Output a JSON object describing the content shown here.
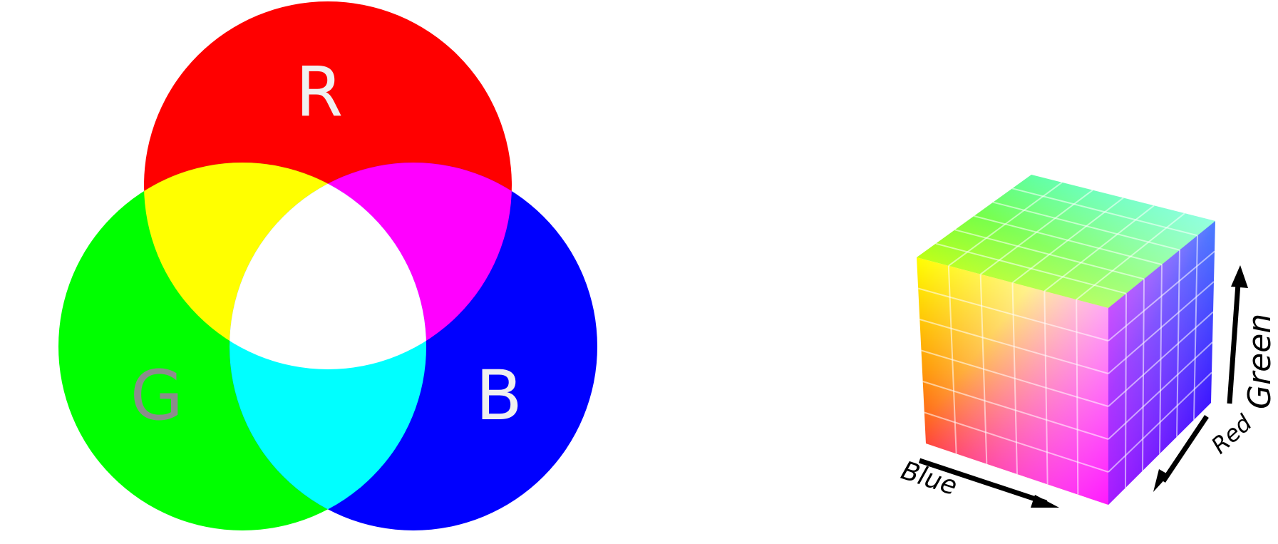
{
  "venn": {
    "label_red": "R",
    "label_green": "G",
    "label_blue": "B",
    "colors": {
      "red": "#ff0000",
      "green": "#00ff00",
      "blue": "#0000ff",
      "yellow": "#ffff00",
      "magenta": "#ff00ff",
      "cyan": "#00ffff",
      "white": "#ffffff",
      "letter_light": "#f0f0f0",
      "letter_gray": "#8c8c8c"
    }
  },
  "cube": {
    "axis_blue": "Blue",
    "axis_red": "Red",
    "axis_green": "Green",
    "arrow_color": "#000000"
  }
}
